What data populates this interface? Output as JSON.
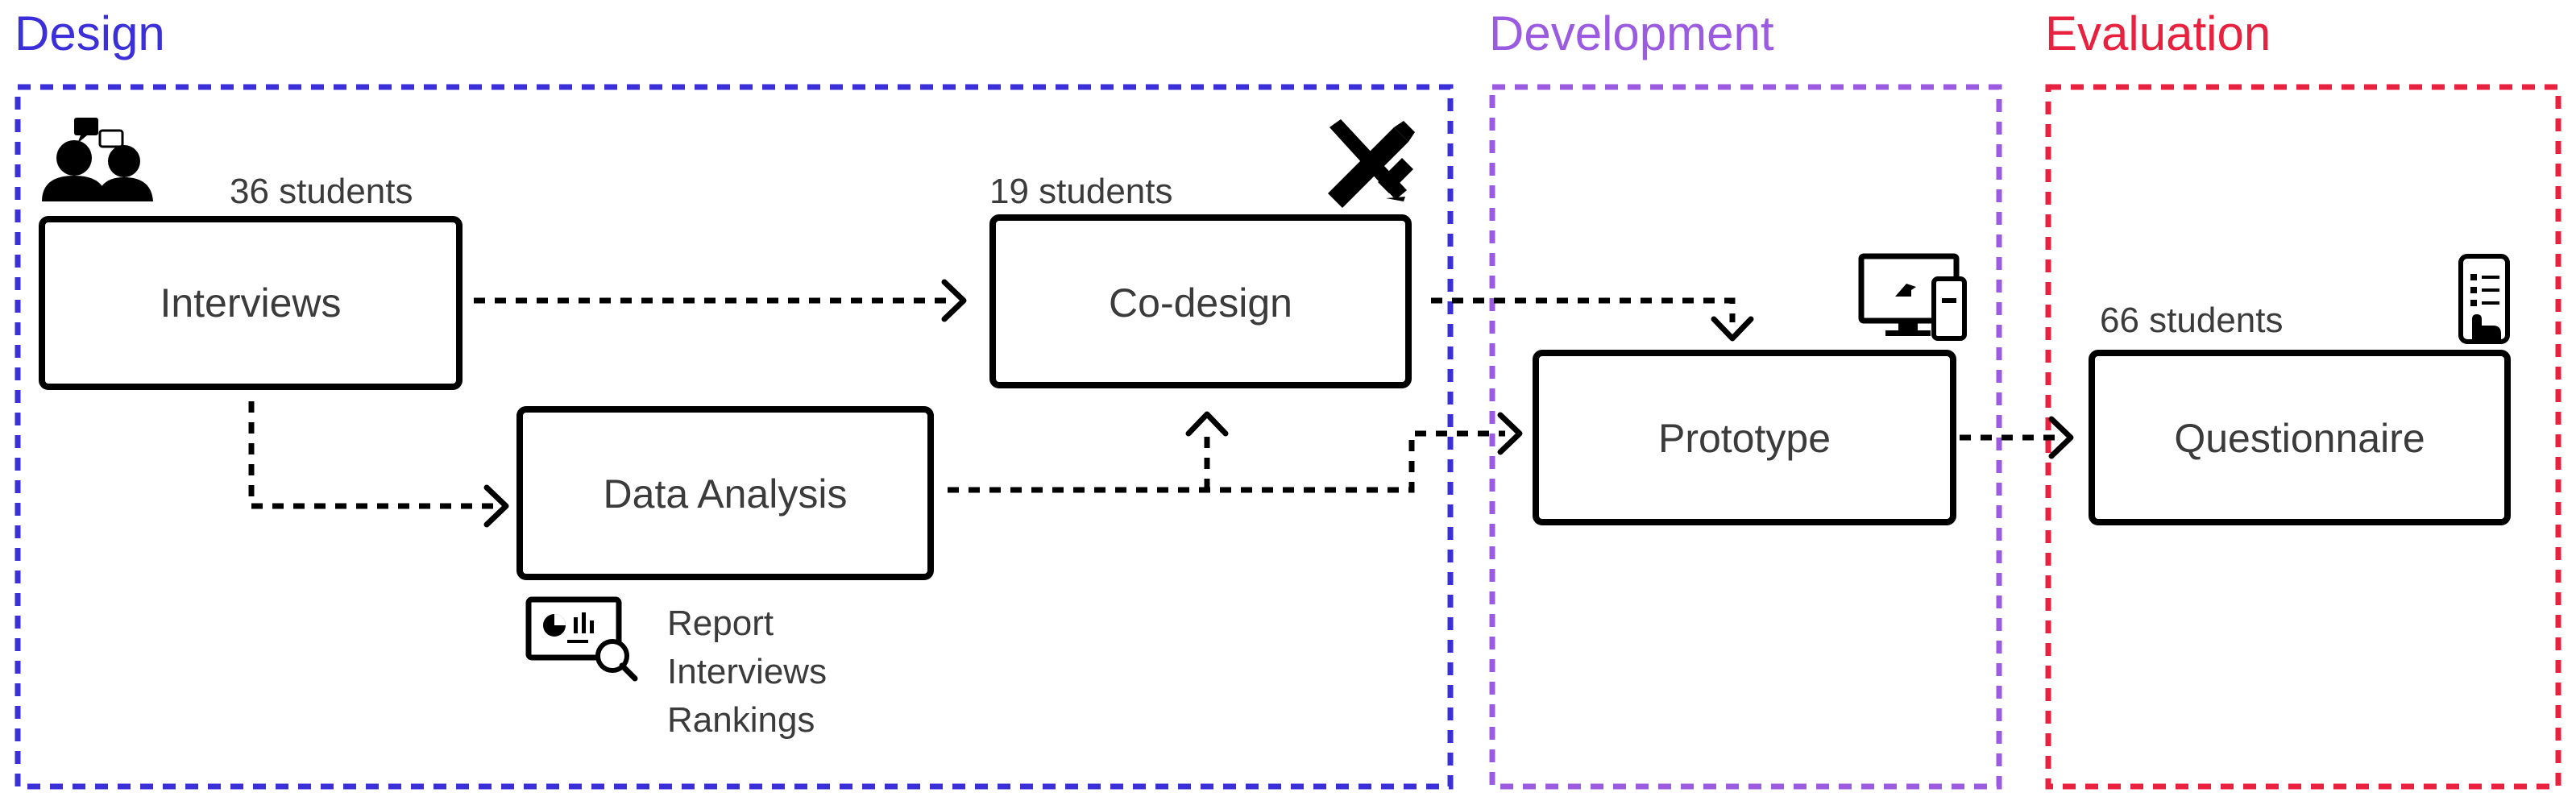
{
  "phases": {
    "design": {
      "title": "Design",
      "color": "#3b2fd9"
    },
    "development": {
      "title": "Development",
      "color": "#9b5be0"
    },
    "evaluation": {
      "title": "Evaluation",
      "color": "#e8213f"
    }
  },
  "nodes": {
    "interviews": {
      "label": "Interviews",
      "count": "36 students",
      "icon": "interview-people-icon"
    },
    "codesign": {
      "label": "Co-design",
      "count": "19 students",
      "icon": "pencil-ruler-icon"
    },
    "data_analysis": {
      "label": "Data Analysis",
      "icon": "report-analysis-icon",
      "outputs": [
        "Report",
        "Interviews",
        "Rankings"
      ]
    },
    "prototype": {
      "label": "Prototype",
      "icon": "desktop-mobile-icon"
    },
    "questionnaire": {
      "label": "Questionnaire",
      "count": "66 students",
      "icon": "mobile-checklist-icon"
    }
  }
}
